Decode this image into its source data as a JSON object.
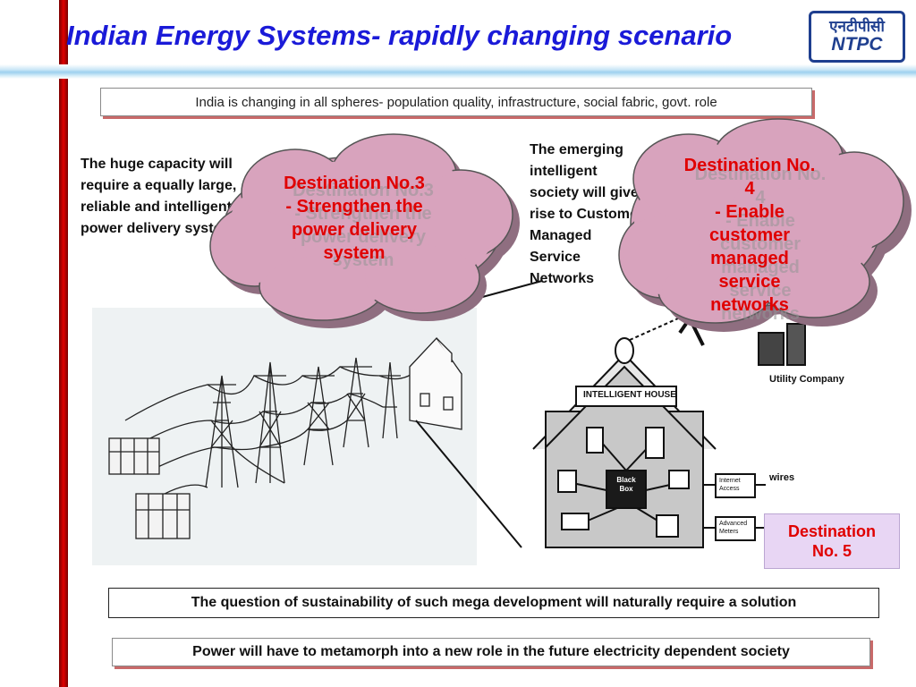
{
  "title": "Indian Energy Systems- rapidly changing scenario",
  "logo": {
    "hindi": "एनटीपीसी",
    "english": "NTPC"
  },
  "top_statement": "India is changing in all spheres- population quality, infrastructure, social fabric, govt. role",
  "left_paragraph": [
    "The huge capacity will",
    "require a equally large,",
    "reliable and intelligent",
    "power delivery system"
  ],
  "mid_paragraph": [
    "The emerging",
    "intelligent",
    "society will give",
    "rise to Customer",
    "Managed",
    "Service",
    "Networks"
  ],
  "cloud_3": {
    "lines": [
      "Destination No.3",
      "- Strengthen the",
      "power delivery",
      "system"
    ]
  },
  "cloud_4": {
    "lines": [
      "Destination No.",
      "4",
      "- Enable",
      "customer",
      "managed",
      "service",
      "networks"
    ]
  },
  "destination_5": {
    "lines": [
      "Destination",
      "No. 5"
    ]
  },
  "diagram": {
    "intelligent_house": "INTELLIGENT HOUSE",
    "black_box": [
      "Black",
      "Box"
    ],
    "internet_access": [
      "Internet",
      "Access"
    ],
    "advanced_meters": [
      "Advanced",
      "Meters"
    ],
    "utility_company": "Utility Company",
    "wires": "wires"
  },
  "sustainability_statement": "The question of sustainability of such mega development will naturally require a solution",
  "power_statement": "Power will have to metamorph into a new role in the future electricity dependent society",
  "colors": {
    "title": "#1a1ad8",
    "accent_red": "#e00000",
    "cloud_fill": "#d8a3bd",
    "dest5_fill": "#e8d6f4"
  }
}
